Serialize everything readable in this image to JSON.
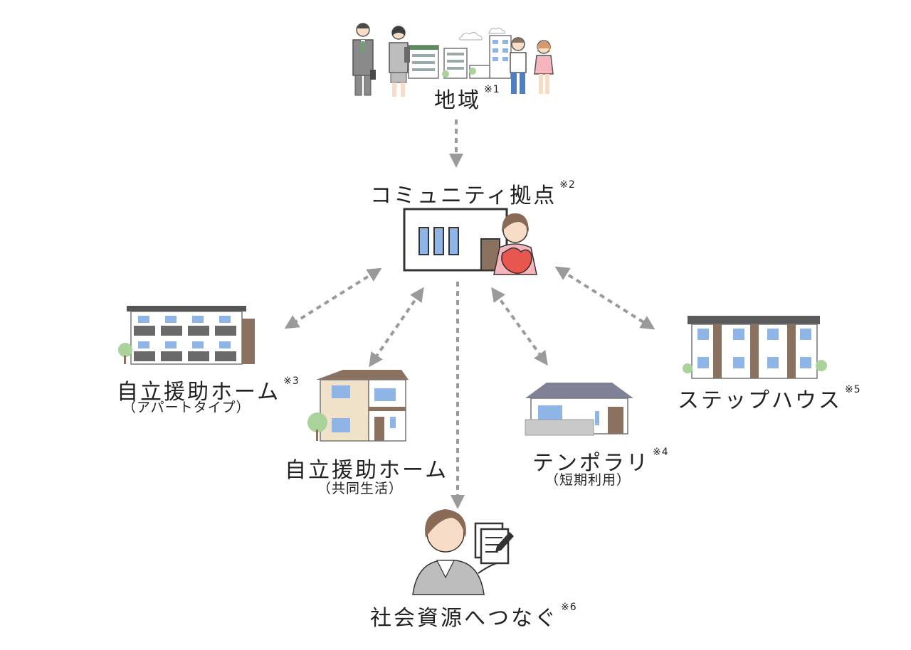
{
  "nodes": {
    "region": {
      "label": "地域",
      "note": "※1"
    },
    "hub": {
      "label": "コミュニティ拠点",
      "note": "※2"
    },
    "apartment_home": {
      "label": "自立援助ホーム",
      "note": "※3",
      "sub": "（アパートタイプ）"
    },
    "shared_home": {
      "label": "自立援助ホーム",
      "sub": "（共同生活）"
    },
    "temporary": {
      "label": "テンポラリ",
      "note": "※4",
      "sub": "（短期利用）"
    },
    "step_house": {
      "label": "ステップハウス",
      "note": "※5"
    },
    "social_resources": {
      "label": "社会資源へつなぐ",
      "note": "※6"
    }
  },
  "edges": [
    {
      "from": "region",
      "to": "hub",
      "direction": "one-way"
    },
    {
      "from": "hub",
      "to": "apartment_home",
      "direction": "two-way"
    },
    {
      "from": "hub",
      "to": "shared_home",
      "direction": "two-way"
    },
    {
      "from": "hub",
      "to": "social_resources",
      "direction": "one-way"
    },
    {
      "from": "hub",
      "to": "temporary",
      "direction": "two-way"
    },
    {
      "from": "hub",
      "to": "step_house",
      "direction": "two-way"
    }
  ],
  "colors": {
    "arrow": "#9a9a9a",
    "window": "#8fb4e6",
    "wood": "#8b7160",
    "heart": "#e8574f",
    "tree": "#a9d39a"
  }
}
